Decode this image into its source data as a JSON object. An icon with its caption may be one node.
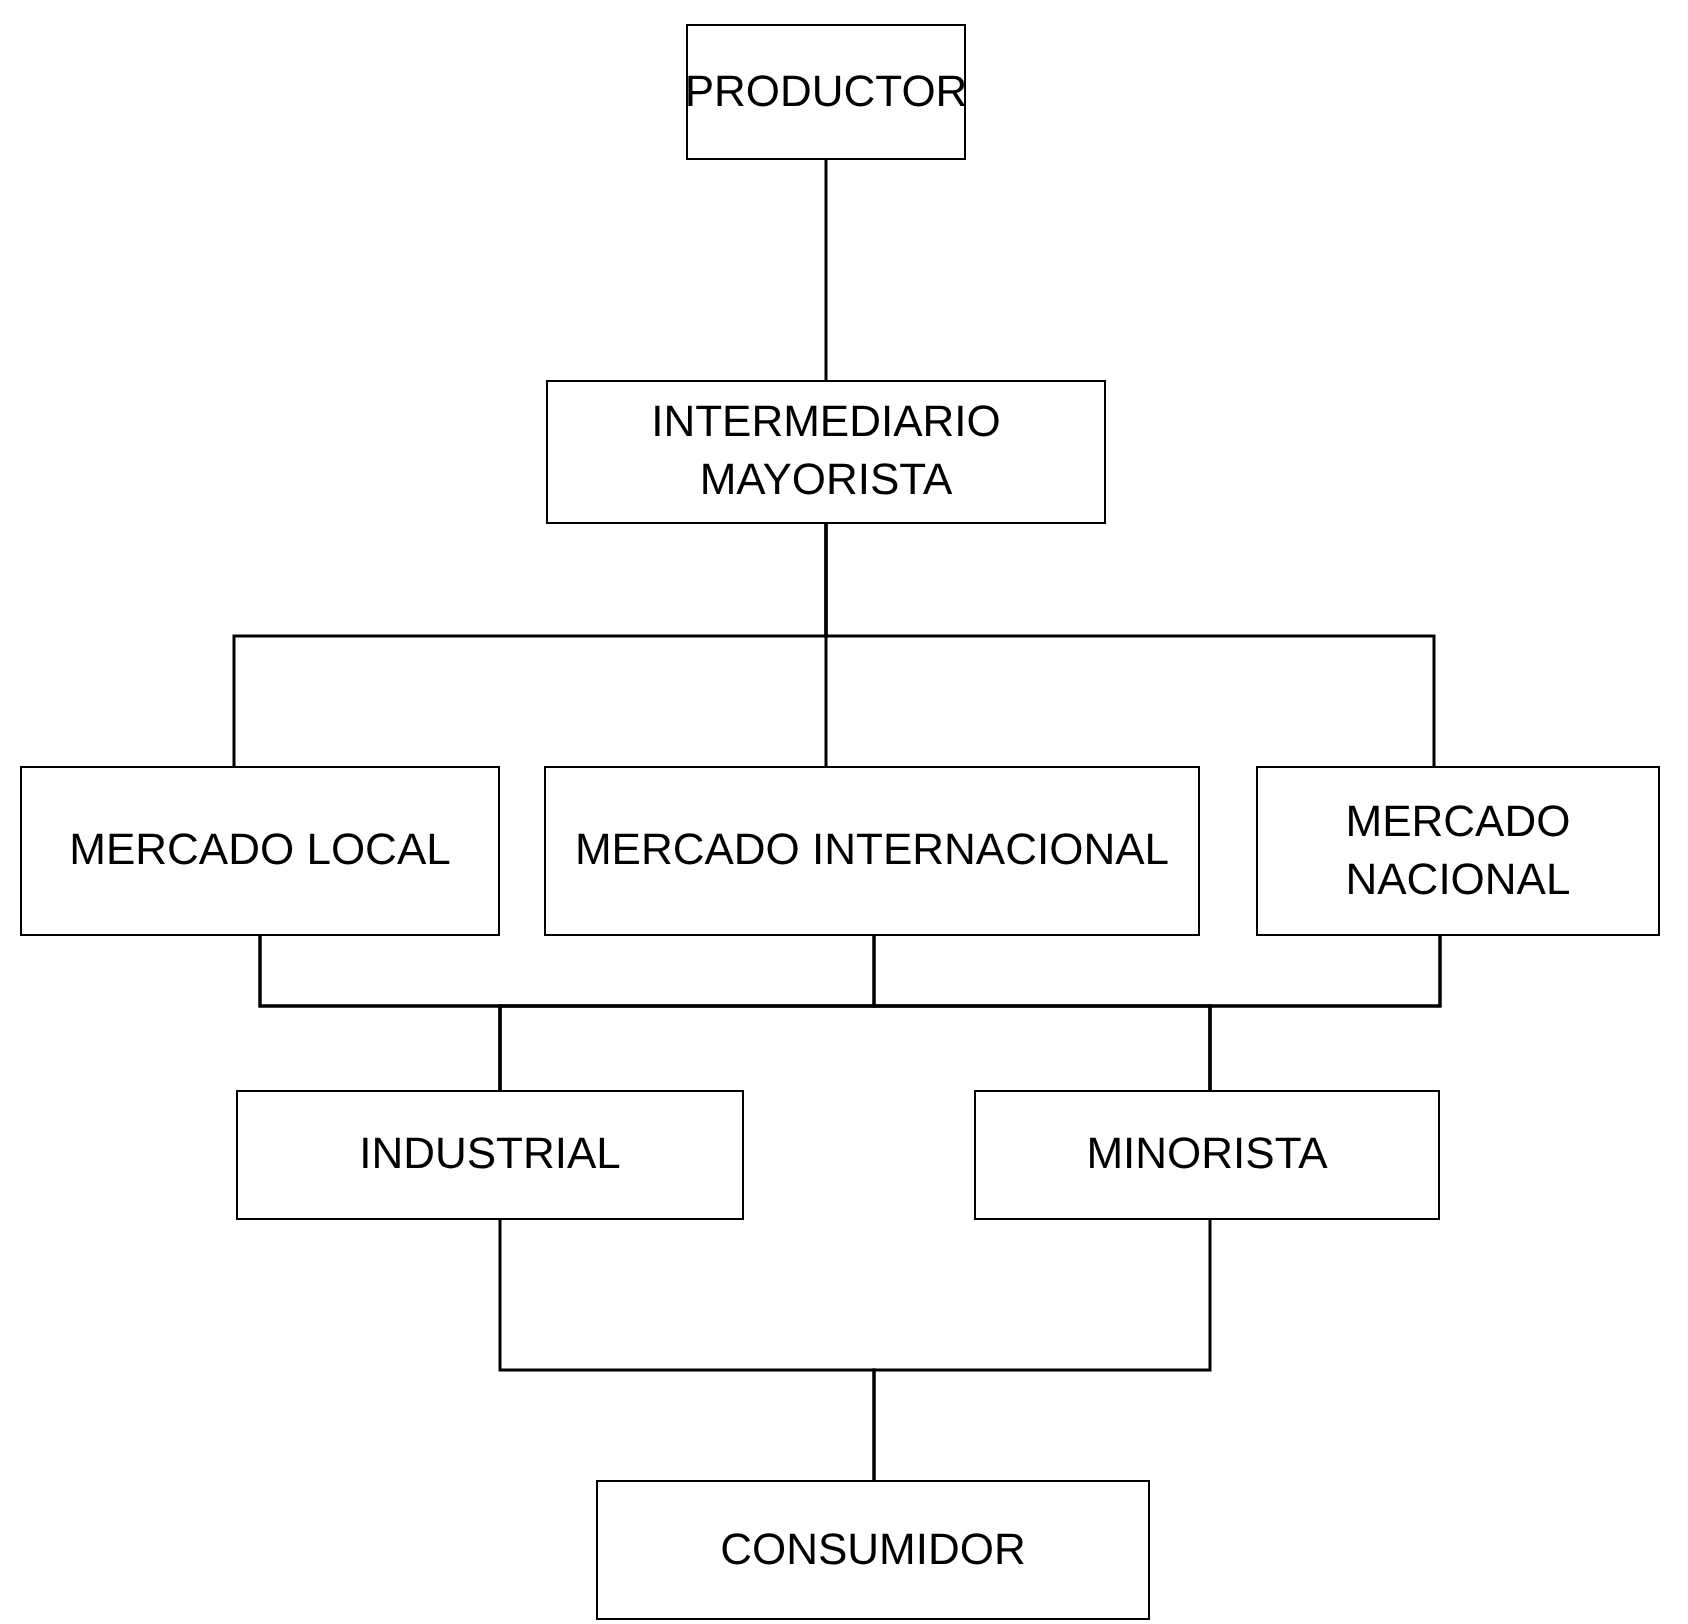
{
  "diagram": {
    "nodes": [
      {
        "text": [
          "PRODUCTOR"
        ]
      },
      {
        "text": [
          "INTERMEDIARIO MAYORISTA"
        ]
      },
      {
        "text": [
          "MERCADO LOCAL"
        ]
      },
      {
        "text": [
          "MERCADO INTERNACIONAL"
        ]
      },
      {
        "text": [
          "MERCADO NACIONAL"
        ]
      },
      {
        "text": [
          "INDUSTRIAL"
        ]
      },
      {
        "text": [
          "MINORISTA"
        ]
      },
      {
        "text": [
          "CONSUMIDOR"
        ]
      }
    ],
    "edges": [
      {
        "from": 0,
        "to": 1,
        "arrow": "none"
      },
      {
        "from": 1,
        "to": 2,
        "arrow": "none"
      },
      {
        "from": 1,
        "to": 3,
        "arrow": "none"
      },
      {
        "from": 1,
        "to": 4,
        "arrow": "none"
      },
      {
        "from": 2,
        "to": 5,
        "arrow": "none"
      },
      {
        "from": 2,
        "to": 6,
        "arrow": "none"
      },
      {
        "from": 3,
        "to": 5,
        "arrow": "none"
      },
      {
        "from": 3,
        "to": 6,
        "arrow": "none"
      },
      {
        "from": 4,
        "to": 5,
        "arrow": "none"
      },
      {
        "from": 4,
        "to": 6,
        "arrow": "none"
      },
      {
        "from": 5,
        "to": 7,
        "arrow": "none"
      },
      {
        "from": 6,
        "to": 7,
        "arrow": "none"
      }
    ]
  }
}
